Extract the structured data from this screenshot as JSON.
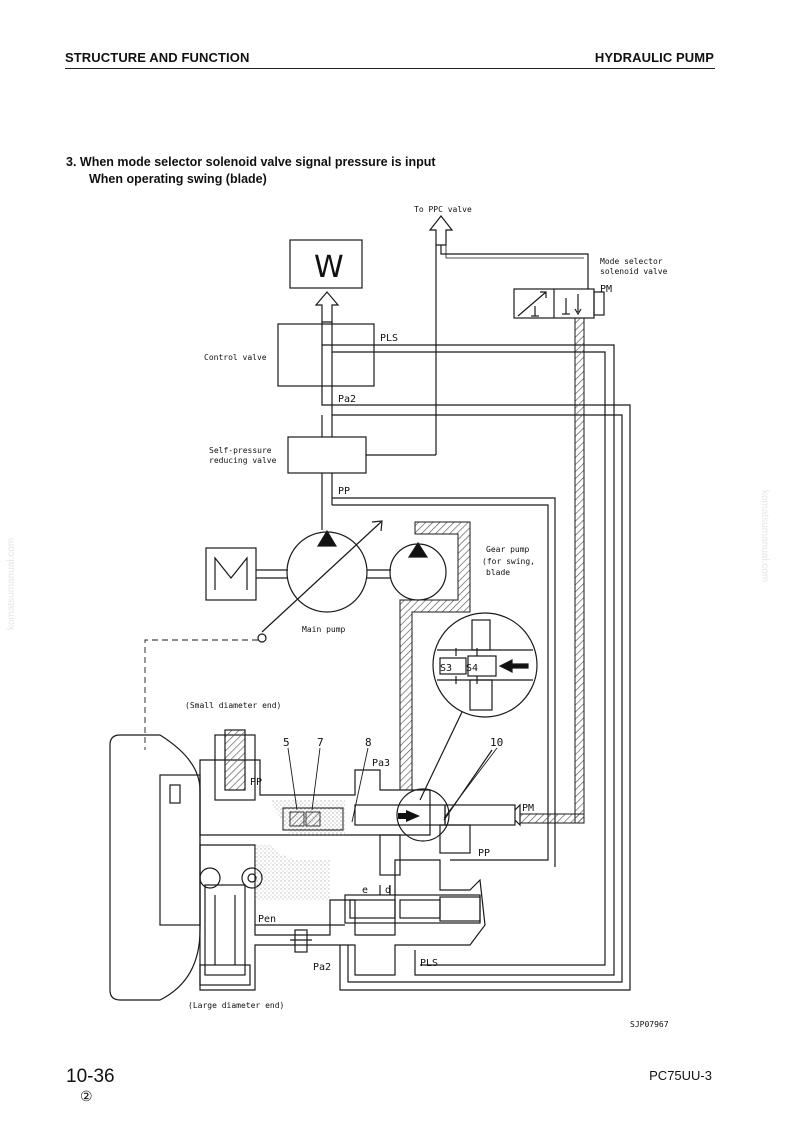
{
  "header": {
    "left": "STRUCTURE AND FUNCTION",
    "right": "HYDRAULIC PUMP"
  },
  "heading": {
    "line1": "3.  When mode selector solenoid valve signal pressure is input",
    "line2": "When operating swing (blade)"
  },
  "diagram": {
    "to_ppc": "To PPC valve",
    "work_box": "W",
    "motor_box": "M",
    "mode_selector_line1": "Mode selector",
    "mode_selector_line2": "solenoid valve",
    "pm_top": "PM",
    "pls_top": "PLS",
    "control_valve": "Control valve",
    "pa2_top": "Pa2",
    "self_pressure_line1": "Self-pressure",
    "self_pressure_line2": "reducing valve",
    "pp_top": "PP",
    "gear_pump_line1": "Gear pump",
    "gear_pump_line2": "(for swing,",
    "gear_pump_line3": "blade",
    "main_pump": "Main pump",
    "small_end": "(Small diameter end)",
    "large_end": "(Large diameter end)",
    "callout_5": "5",
    "callout_7": "7",
    "callout_8": "8",
    "callout_10": "10",
    "pa3": "Pa3",
    "pp_body": "PP",
    "pm_body": "PM",
    "pp_lower": "PP",
    "pen": "Pen",
    "pa2_bottom": "Pa2",
    "pls_bottom": "PLS",
    "port_e": "e",
    "port_d": "d",
    "s3": "S3",
    "s4": "S4",
    "drawing_no": "SJP07967"
  },
  "footer": {
    "page": "10-36",
    "revision": "②",
    "model": "PC75UU-3"
  },
  "watermark": "komatsumanual.com",
  "colors": {
    "line": "#1a1a1a",
    "hatch": "#555555",
    "watermark": "#e6e6e6"
  }
}
